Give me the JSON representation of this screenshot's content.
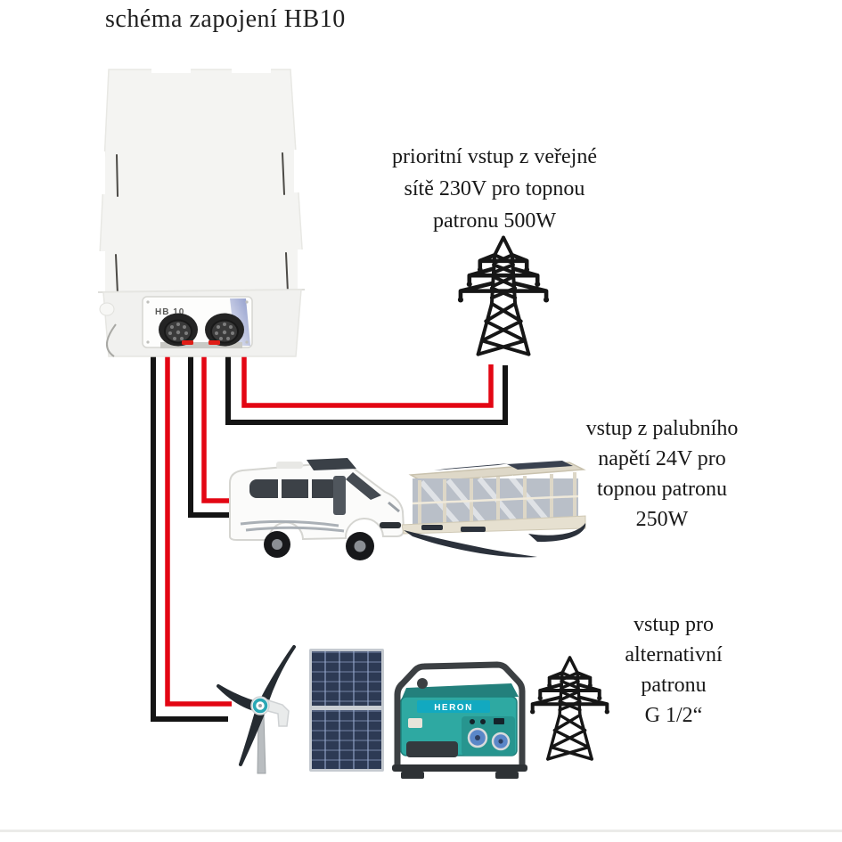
{
  "title": "schéma zapojení HB10",
  "device": {
    "panel_label": "HB 10"
  },
  "annotations": {
    "grid_input": {
      "lines": [
        "prioritní vstup z veřejné",
        "sítě 230V pro topnou",
        "patronu 500W"
      ]
    },
    "onboard_input": {
      "lines": [
        "vstup z palubního",
        "napětí 24V pro",
        "topnou patronu",
        "250W"
      ]
    },
    "alternative_input": {
      "lines": [
        "vstup pro",
        "alternativní",
        "patronu",
        "G 1/2“"
      ]
    }
  },
  "equipment": {
    "generator_brand": "HERON"
  },
  "icons": {
    "top_right": "power-pylon-icon",
    "middle_left": "camper-van-icon",
    "middle_right": "houseboat-icon",
    "bottom_1": "wind-turbine-icon",
    "bottom_2": "solar-panel-icon",
    "bottom_3": "generator-icon",
    "bottom_4": "power-pylon-icon"
  },
  "colors": {
    "wire_red": "#e30613",
    "wire_black": "#141414",
    "pylon_black": "#161616",
    "accent_teal": "#2aa7b5",
    "panel_blue_wedge": "#8e9aca",
    "text": "#1c1c1c"
  }
}
